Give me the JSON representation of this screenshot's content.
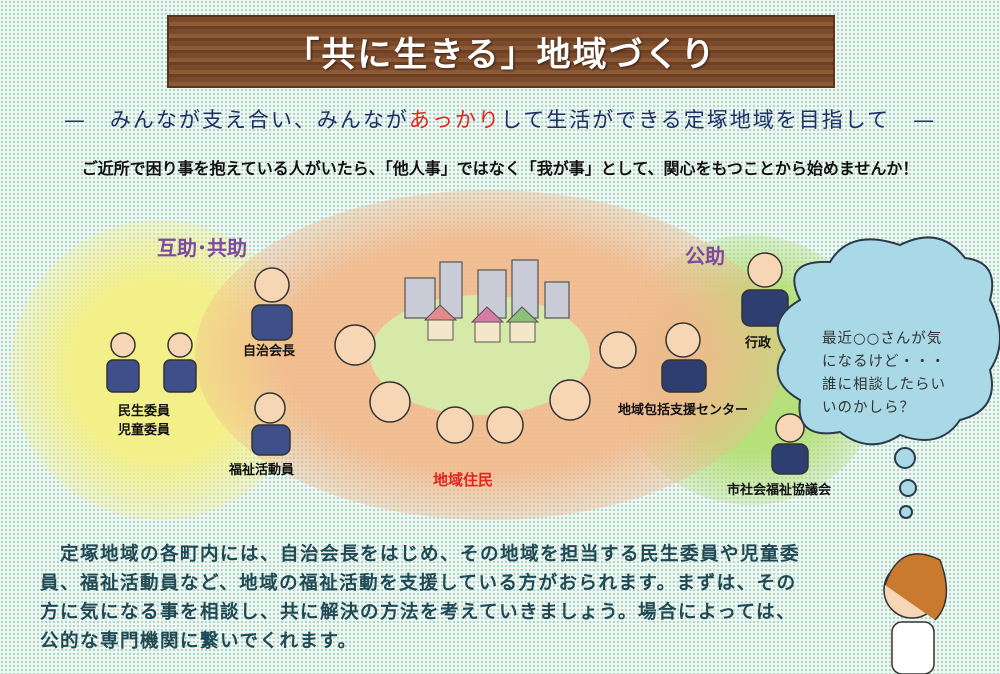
{
  "title": "「共に生きる」地域づくり",
  "subtitle": {
    "dash_left": "—",
    "before": "みんなが支え合い、みんなが",
    "highlight": "あっかり",
    "after": "して生活ができる定塚地域を目指して",
    "dash_right": "—"
  },
  "lead": "ご近所で困り事を抱えている人がいたら、「他人事」ではなく「我が事」として、関心をもつことから始めませんか！",
  "sections": {
    "mutual": "互助･共助",
    "public": "公助"
  },
  "labels": {
    "minsei": "民生委員",
    "jido": "児童委員",
    "jichi": "自治会長",
    "fukushi": "福祉活動員",
    "jumin": "地域住民",
    "gyosei": "行政",
    "center": "地域包括支援センター",
    "shakyo": "市社会福祉協議会"
  },
  "bubble": [
    "最近○○さんが気",
    "になるけど・・・",
    "誰に相談したらい",
    "いのかしら？"
  ],
  "body": [
    "　定塚地域の各町内には、自治会長をはじめ、その地域を担当する民生委員や児童委",
    "員、福祉活動員など、地域の福祉活動を支援している方がおられます。まずは、その",
    "方に気になる事を相談し、共に解決の方法を考えていきましょう。場合によっては、",
    "公的な専門機関に繋いでくれます。"
  ],
  "colors": {
    "yellow": "#f3f08a",
    "orange": "#f2b98c",
    "green": "#b5e07a",
    "bubble": "#a9d8e6",
    "red": "#e0261c"
  }
}
